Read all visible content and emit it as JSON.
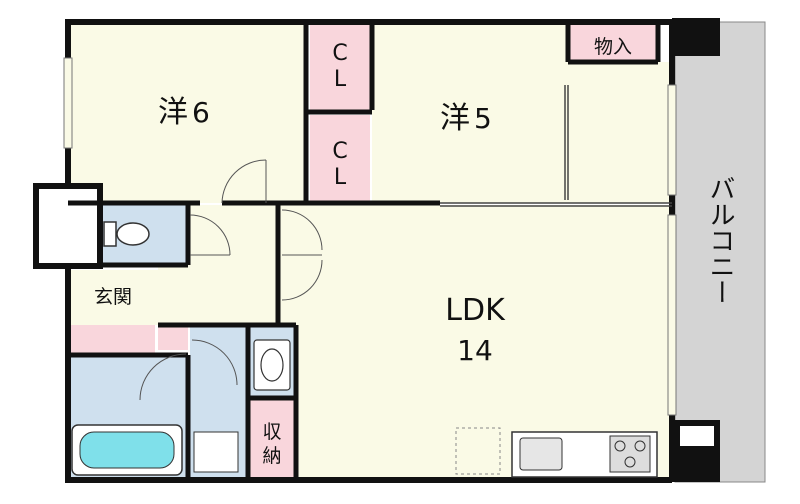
{
  "floorplan": {
    "rooms": {
      "western_room_1": {
        "name": "洋",
        "size": "6"
      },
      "western_room_2": {
        "name": "洋",
        "size": "5"
      },
      "ldk": {
        "name": "LDK",
        "size": "14"
      },
      "closet_1": {
        "line1": "C",
        "line2": "L"
      },
      "closet_2": {
        "line1": "C",
        "line2": "L"
      },
      "storage_top": "物入",
      "entrance": "玄関",
      "storage_bottom": {
        "line1": "収",
        "line2": "納"
      },
      "balcony": "バルコニー"
    },
    "colors": {
      "room_fill": "#fafae6",
      "wet_area_fill": "#cfe0ee",
      "closet_fill": "#f9d6dc",
      "balcony_fill": "#d4d4d4",
      "wall": "#111111",
      "bathtub": "#7fe0ea"
    }
  }
}
